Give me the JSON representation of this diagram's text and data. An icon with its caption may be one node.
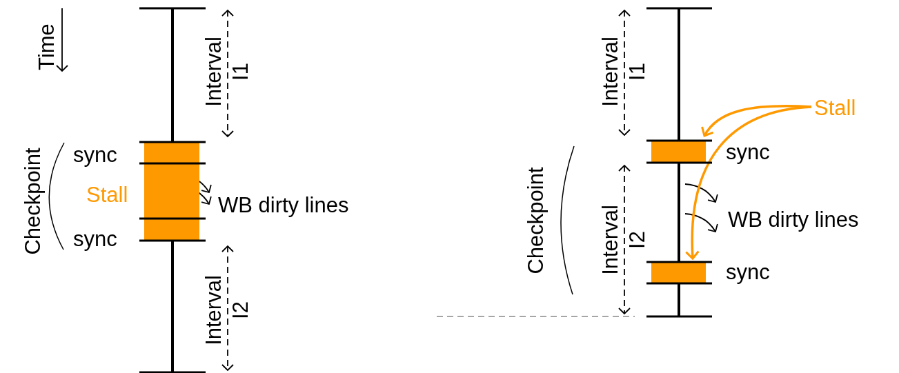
{
  "diagram": {
    "nodes": [
      {
        "text": [],
        "shape": "bar"
      },
      {
        "text": [
          "Stall"
        ]
      },
      {
        "text": [],
        "shape": "bar",
        "beside": [
          "sync"
        ]
      },
      {
        "text": [],
        "shape": "bar",
        "beside": [
          "sync"
        ]
      }
    ],
    "edges": [
      {
        "from": 1,
        "to": 2,
        "arrow": "to",
        "color": "#ff9900"
      },
      {
        "from": 1,
        "to": 3,
        "arrow": "to",
        "color": "#ff9900"
      }
    ],
    "labels": [
      "Time",
      "Interval I1",
      "Checkpoint",
      "sync",
      "Stall",
      "WB dirty lines",
      "sync",
      "Interval I2",
      "Interval I1",
      "Checkpoint",
      "Interval I2",
      "WB dirty lines"
    ]
  }
}
